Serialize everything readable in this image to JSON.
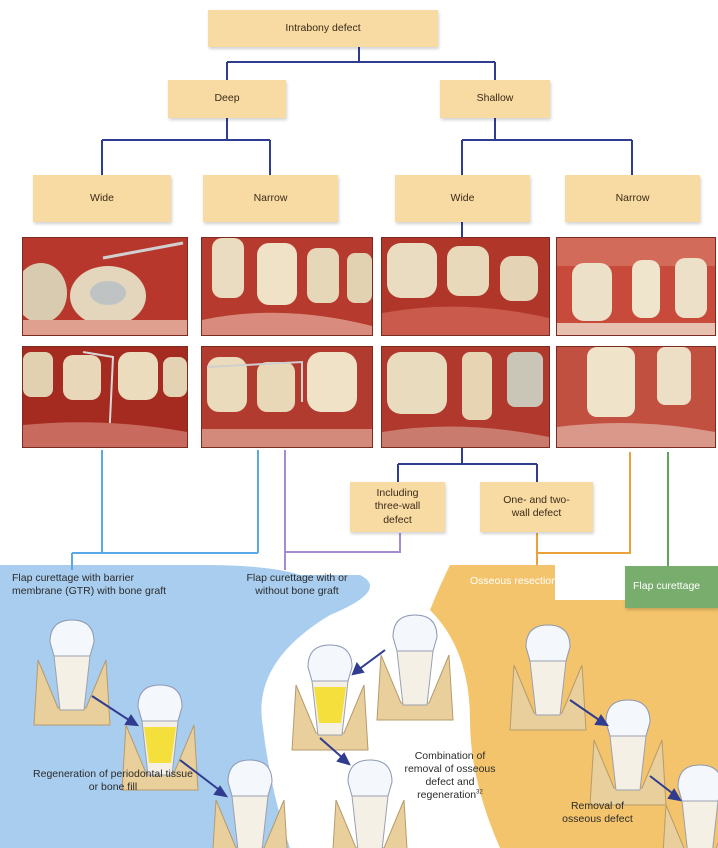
{
  "tree": {
    "root": "Intrabony defect",
    "deep": "Deep",
    "shallow": "Shallow",
    "deep_wide": "Wide",
    "deep_narrow": "Narrow",
    "shallow_wide": "Wide",
    "shallow_narrow": "Narrow",
    "three_wall": "Including three-wall defect",
    "one_two_wall": "One- and two-wall defect"
  },
  "treatments": {
    "gtr": "Flap curettage with barrier membrane (GTR) with bone graft",
    "flap_bone_graft": "Flap curettage with or without bone graft",
    "osseous_resection": "Osseous resection",
    "flap_curettage": "Flap curettage"
  },
  "outcomes": {
    "regeneration": "Regeneration of periodontal tissue or bone fill",
    "combination": "Combination of removal of osseous defect and regeneration",
    "combination_ref": "32",
    "removal": "Removal of osseous defect"
  },
  "colors": {
    "box": "#f8dba3",
    "tree_line": "#2f3c8f",
    "blue_region": "#a8cdee",
    "yellow_region": "#f3c46c",
    "blue_line": "#5aa9e6",
    "purple_line": "#a58bd0",
    "orange_line": "#e9a23b",
    "green_line": "#5fa35a"
  }
}
